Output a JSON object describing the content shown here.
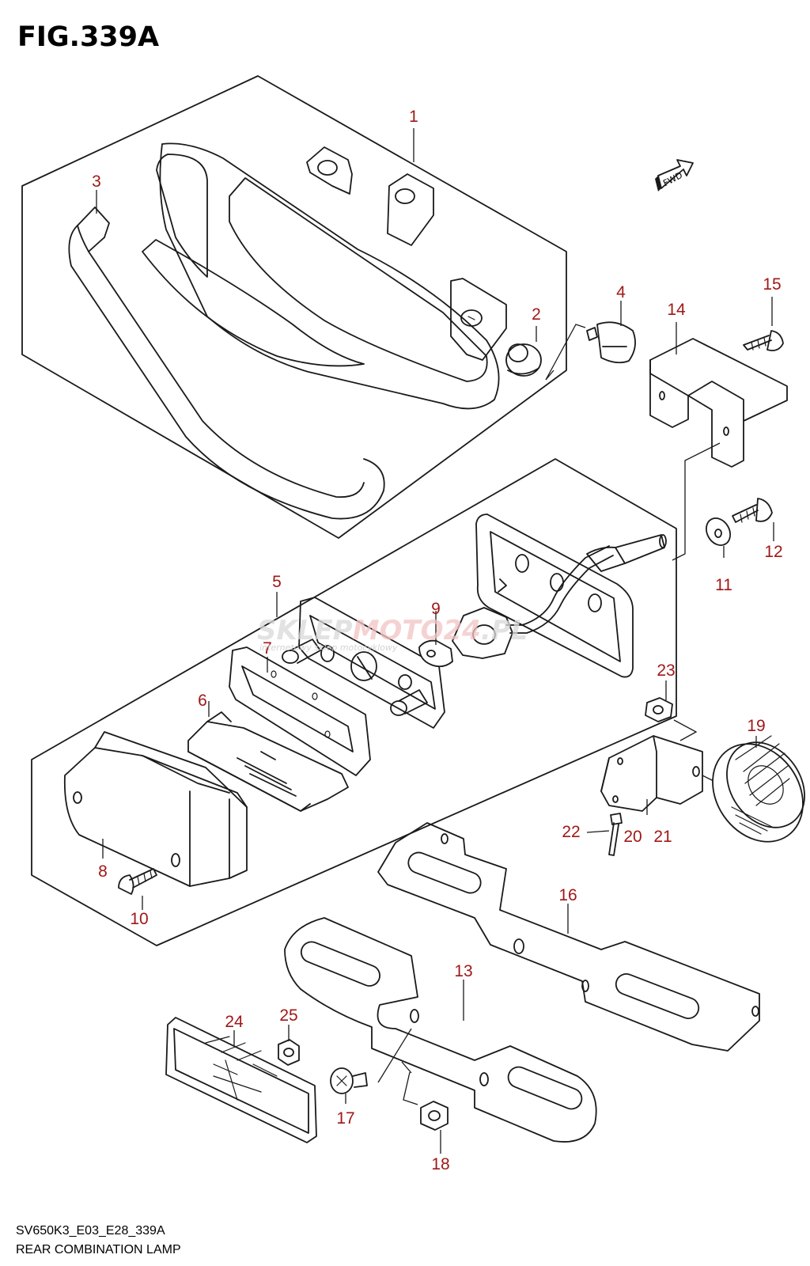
{
  "figure": {
    "title": "FIG.339A",
    "model_code": "SV650K3_E03_E28_339A",
    "caption": "REAR COMBINATION LAMP"
  },
  "fwd_label": "FWD",
  "watermark": {
    "brand_a": "SKLEP",
    "brand_b": "MOTO",
    "brand_c": "24",
    "brand_d": ".PL",
    "tagline": "internetowy sklep motocyklowy"
  },
  "callouts": [
    {
      "id": "c1",
      "text": "1"
    },
    {
      "id": "c2",
      "text": "2"
    },
    {
      "id": "c3",
      "text": "3"
    },
    {
      "id": "c4",
      "text": "4"
    },
    {
      "id": "c5",
      "text": "5"
    },
    {
      "id": "c6",
      "text": "6"
    },
    {
      "id": "c7",
      "text": "7"
    },
    {
      "id": "c8",
      "text": "8"
    },
    {
      "id": "c9",
      "text": "9"
    },
    {
      "id": "c10",
      "text": "10"
    },
    {
      "id": "c11",
      "text": "11"
    },
    {
      "id": "c12",
      "text": "12"
    },
    {
      "id": "c13",
      "text": "13"
    },
    {
      "id": "c14",
      "text": "14"
    },
    {
      "id": "c15",
      "text": "15"
    },
    {
      "id": "c16",
      "text": "16"
    },
    {
      "id": "c17",
      "text": "17"
    },
    {
      "id": "c18",
      "text": "18"
    },
    {
      "id": "c19",
      "text": "19"
    },
    {
      "id": "c20",
      "text": "20"
    },
    {
      "id": "c21",
      "text": "21"
    },
    {
      "id": "c22",
      "text": "22"
    },
    {
      "id": "c23",
      "text": "23"
    },
    {
      "id": "c24",
      "text": "24"
    },
    {
      "id": "c25",
      "text": "25"
    }
  ],
  "colors": {
    "callout": "#a01818",
    "line": "#1a1a1a",
    "watermark": "#d9d9d9"
  }
}
